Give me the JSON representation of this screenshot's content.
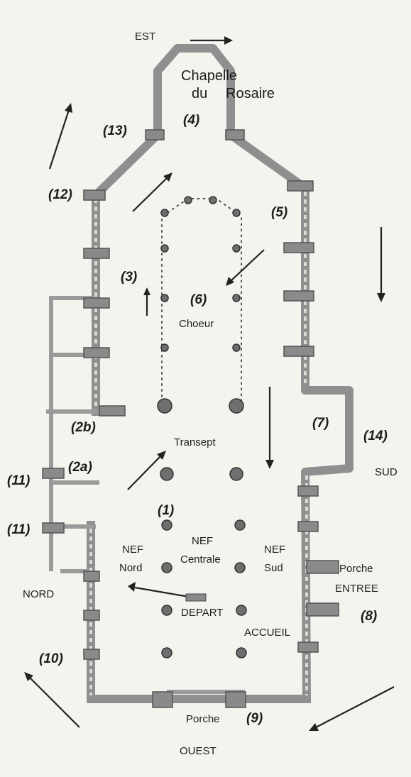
{
  "compass": {
    "east": "EST",
    "west": "OUEST",
    "north": "NORD",
    "south": "SUD"
  },
  "chapel": {
    "line1": "Chapelle",
    "line2": "du",
    "line3": "Rosaire"
  },
  "areas": {
    "choir": "Choeur",
    "transept": "Transept",
    "nave_north_1": "NEF",
    "nave_north_2": "Nord",
    "nave_central_1": "NEF",
    "nave_central_2": "Centrale",
    "nave_south_1": "NEF",
    "nave_south_2": "Sud",
    "start": "DEPART",
    "reception": "ACCUEIL",
    "porch_south": "Porche",
    "entrance": "ENTREE",
    "porch_west": "Porche"
  },
  "stations": {
    "s1": "(1)",
    "s2a": "(2a)",
    "s2b": "(2b)",
    "s3": "(3)",
    "s4": "(4)",
    "s5": "(5)",
    "s6": "(6)",
    "s7": "(7)",
    "s8": "(8)",
    "s9": "(9)",
    "s10": "(10)",
    "s11a": "(11)",
    "s11b": "(11)",
    "s12": "(12)",
    "s13": "(13)",
    "s14": "(14)"
  },
  "colors": {
    "ink": "#1d1d1d",
    "wall": "#8f8f8f",
    "paper": "#f4f3ee"
  }
}
